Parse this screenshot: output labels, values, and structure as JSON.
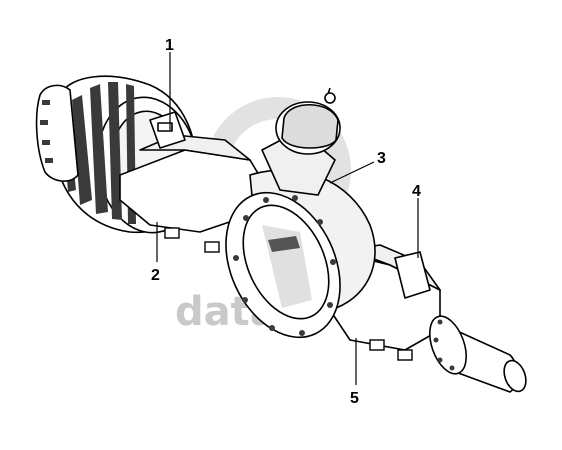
{
  "callouts": [
    {
      "number": "1"
    },
    {
      "number": "2"
    },
    {
      "number": "3"
    },
    {
      "number": "4"
    },
    {
      "number": "5"
    }
  ],
  "watermark": {
    "text": "data",
    "color": "#c9c9c9"
  },
  "colors": {
    "line": "#000000",
    "fill": "#ffffff",
    "shade": "#e6e6e6",
    "dark": "#3a3a3a"
  }
}
